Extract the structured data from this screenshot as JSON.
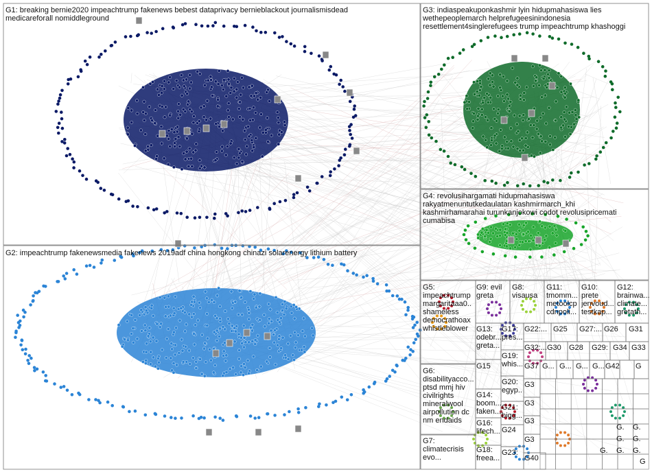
{
  "groups": {
    "g1": "G1: breaking bernie2020 impeachtrump fakenews bebest dataprivacy bernieblackout journalismisdead\nmedicareforall nomiddleground",
    "g2": "G2: impeachtrump fakenewsmedia fakenews 2019adf china hongkong chinazi solarenergy lithium battery",
    "g3": "G3: indiaspeakuponkashmir lyin hidupmahasiswa lies\nwethepeoplemarch helprefugeesinindonesia\nresettlement4singlerefugees trump impeachtrump khashoggi",
    "g4": "G4: revolusihargamati hidupmahasiswa\nrakyatmenuntutkedaulatan kashmirmarch_khi\nkashmirhamarahai turunkanjokowi codot revolusipricemati\ncumabisa",
    "g5": "G5:\nimpeachtrump\nmargaritaaa0...\nshameless\ndemocrathoax\nwhistleblower",
    "g6": "G6:\ndisabilityacco...\nptsd mmj hiv\ncivilrights\nmineralwool\nairpollution dc\nnm endaids",
    "g7": "G7:\nclimatecrisis\nevo...",
    "g8": "G8:\nvisausa",
    "g9": "G9: evil\ngreta",
    "g10": "G10:\nprete\njenvoud...\ntestkap...",
    "g11": "G11:\ntmomm...\nmetoolcp\ncdnpoli...",
    "g12": "G12:\nbrainwa...\nclimate...\ngretath...",
    "g13": "G13:\nodebr...\ngreta...",
    "g14": "G14:\nboom...\nfaken...",
    "g15": "G15",
    "g16": "G16:\nlifech...",
    "g17": "G17:\npres...",
    "g18": "G18:\nfreea...",
    "g19": "G19:\nwhis...",
    "g20": "G20:\negyp...",
    "g21": "G21:\nbigg...",
    "g22": "G22:...",
    "g23": "G23:",
    "g24": "G24",
    "g25": "G25",
    "g26": "G26",
    "g27": "G27:...",
    "g28": "G28",
    "g29": "G29:",
    "g30": "G30",
    "g31": "G31",
    "g32": "G32:...",
    "g33": "G33",
    "g34": "G34",
    "g37": "G37",
    "g40": "G40",
    "g42": "G42",
    "tiny_g": "G",
    "tiny_g3": "G3",
    "tiny_gdot": "G...",
    "tiny_gg": "G."
  },
  "colors": {
    "g1": "#0b1a66",
    "g2": "#2b84d6",
    "g3": "#0f6b2a",
    "g4": "#18a52a",
    "edge": "#c9c9c9",
    "edge_pink": "#d6a6a6",
    "border": "#777777"
  }
}
